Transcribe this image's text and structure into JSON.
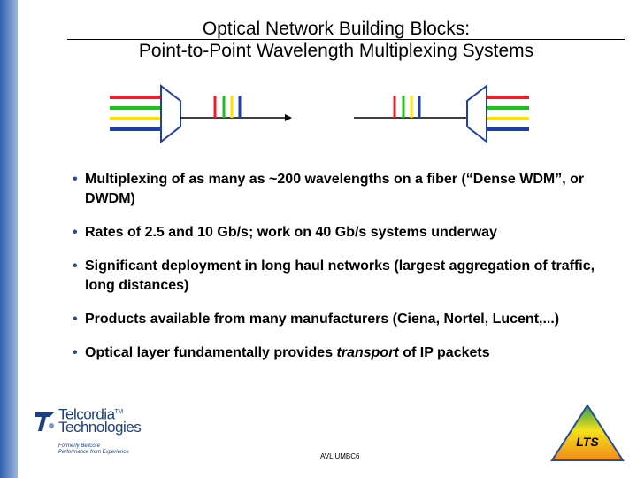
{
  "slide": {
    "title_line1": "Optical Network Building Blocks:",
    "title_line2": "Point-to-Point Wavelength Multiplexing Systems"
  },
  "colors": {
    "wavelengths": [
      "#e8202a",
      "#1fc11f",
      "#ffe000",
      "#1f3fa8"
    ],
    "accent": "#2a4c95"
  },
  "bullets": [
    "Multiplexing of as many as ~200 wavelengths on a fiber (“Dense WDM”, or DWDM)",
    "Rates of 2.5 and 10 Gb/s;  work on 40 Gb/s systems underway",
    "Significant deployment in long haul networks (largest aggregation of traffic, long distances)",
    "Products available from many manufacturers (Ciena, Nortel, Lucent,...)",
    "Optical layer fundamentally provides transport of IP packets"
  ],
  "bullet_emphasis": "transport",
  "logo": {
    "name_line1": "Telcordia",
    "tm": "TM",
    "name_line2": "Technologies",
    "tagline_line1": "Formerly Bellcore",
    "tagline_line2": "Performance from Experience"
  },
  "footer": {
    "code": "AVL UMBC6"
  },
  "badge": {
    "text": "LTS"
  }
}
